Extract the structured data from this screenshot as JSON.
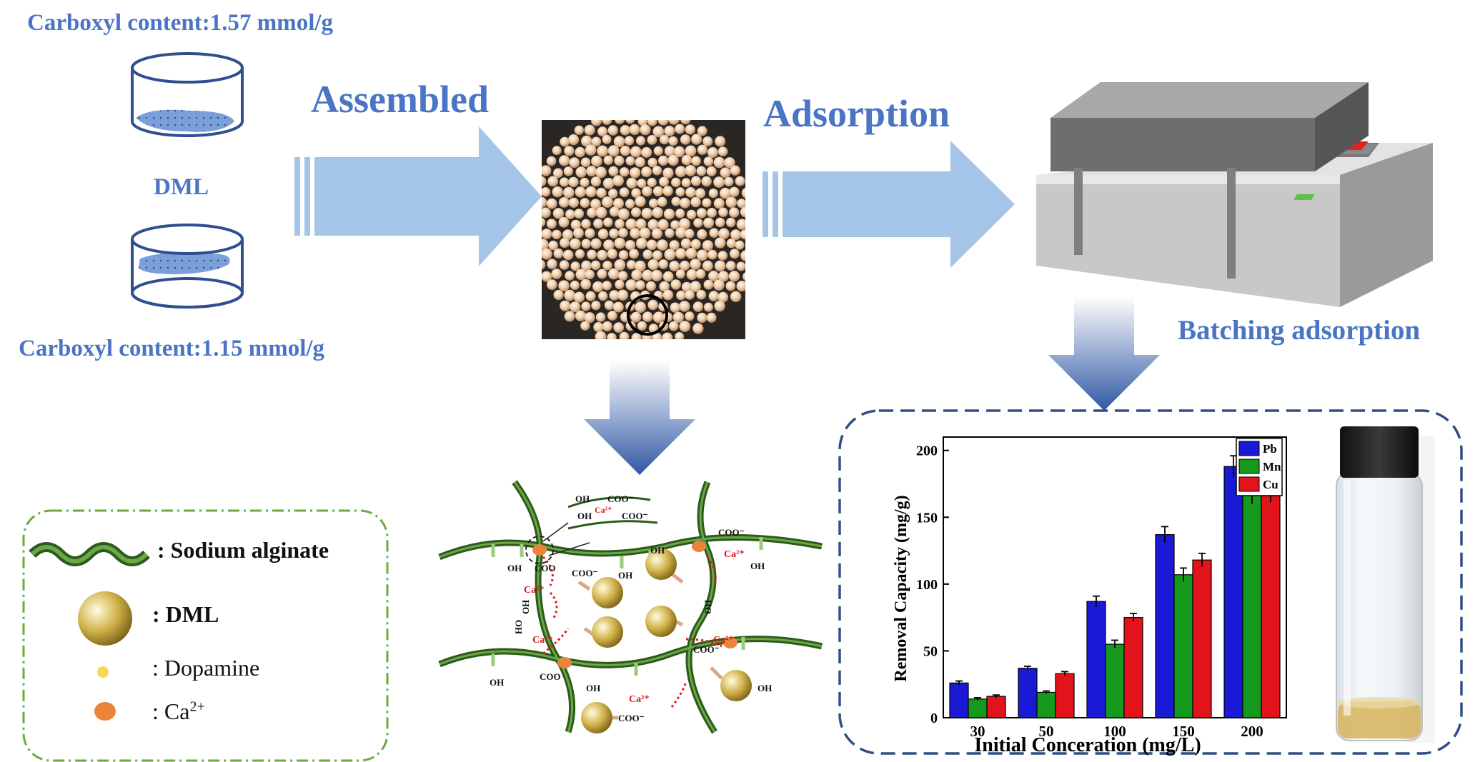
{
  "top_labels": {
    "carboxyl_top": "Carboxyl content:1.57 mmol/g",
    "dml": "DML",
    "carboxyl_bottom": "Carboxyl content:1.15 mmol/g",
    "assembled": "Assembled",
    "adsorption": "Adsorption",
    "batching": "Batching adsorption"
  },
  "legend": {
    "sodium_alginate": ": Sodium alginate",
    "dml": ": DML",
    "dopamine": ": Dopamine",
    "ca_prefix": ": Ca",
    "ca_sup": "2+"
  },
  "structure_labels": {
    "oh": "OH",
    "coo": "COO",
    "coo_minus": "COO⁻",
    "ca": "Ca²⁺",
    "ho": "HO"
  },
  "colors": {
    "title_blue": "#4a74c4",
    "arrow_light": "#a5c5e8",
    "alginate_green": "#3f7a2a",
    "dml_gold": "#c9a83a",
    "ca_orange": "#e9843a",
    "pb": "#1a1ad6",
    "mn": "#169a1e",
    "cu": "#e3131b"
  },
  "chart_data": {
    "type": "bar",
    "xlabel": "Initial Conceration (mg/L)",
    "ylabel": "Removal Capacity (mg/g)",
    "categories": [
      "30",
      "50",
      "100",
      "150",
      "200"
    ],
    "ylim": [
      0,
      210
    ],
    "yticks": [
      "0",
      "50",
      "100",
      "150",
      "200"
    ],
    "legend_position": "top-right",
    "series": [
      {
        "name": "Pb",
        "color": "#1a1ad6",
        "values": [
          26,
          37,
          87,
          137,
          188
        ],
        "errors": [
          1.5,
          1.5,
          4,
          6,
          8
        ]
      },
      {
        "name": "Mn",
        "color": "#169a1e",
        "values": [
          14,
          19,
          55,
          107,
          167
        ],
        "errors": [
          1,
          1,
          3,
          5,
          7
        ]
      },
      {
        "name": "Cu",
        "color": "#e3131b",
        "values": [
          16,
          33,
          75,
          118,
          168
        ],
        "errors": [
          1,
          1.5,
          3,
          5,
          7
        ]
      }
    ]
  }
}
